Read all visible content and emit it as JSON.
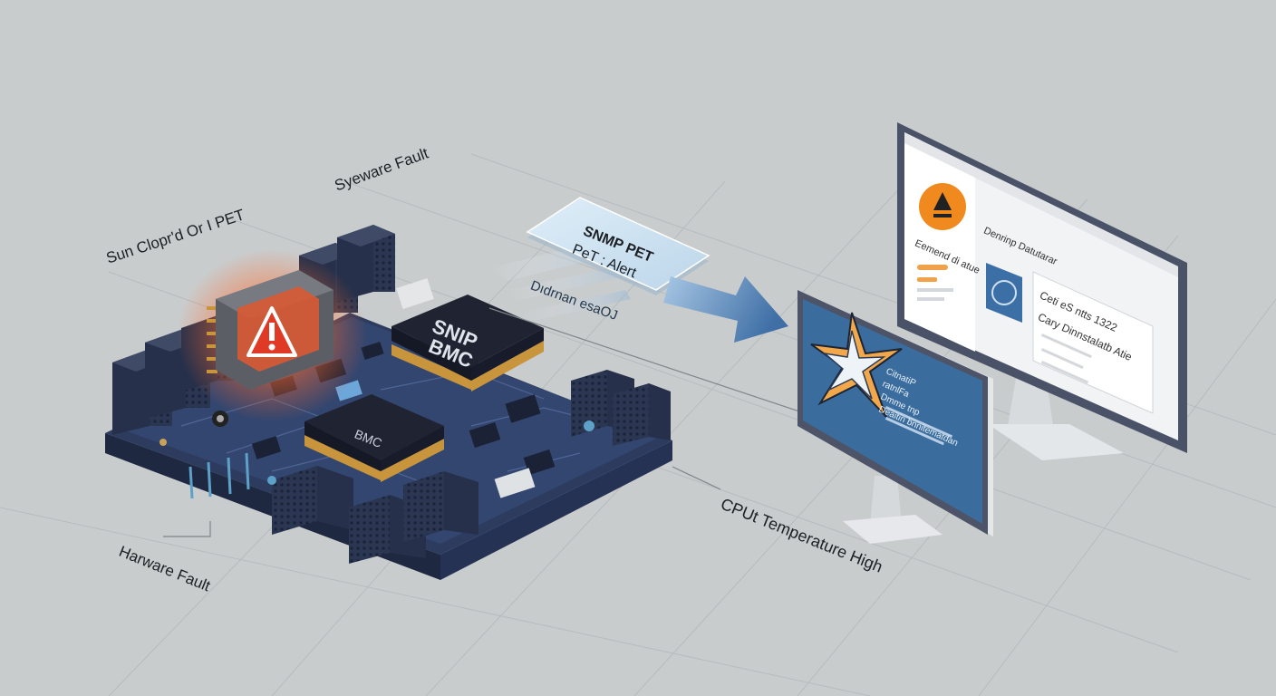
{
  "labels": {
    "software_fault": "Syeware Fault",
    "sun_clopd": "Sun Clopr'd Or I PET",
    "hardware_fault": "Harware Fault",
    "cpu_temp": "CPUt Temperature High",
    "snmp_card_line1": "SNMP PET",
    "snmp_card_line2": "PeT : Alert",
    "stream_text": "Dıdrnan esaOJ",
    "chip_large_line1": "SNIP",
    "chip_large_line2": "BMC",
    "chip_small": "BMC"
  },
  "monitor_front": {
    "screen_lines": [
      "CitnatiP",
      "ratnlFa",
      "Dmme tnp",
      "Deaitin bnnitematdan"
    ]
  },
  "monitor_back": {
    "sidebar_title": "Eemend di atue",
    "panel_title": "Denrinp Datutarar",
    "card_line1": "Ceti eS ntts 1322",
    "card_line2": "Cary Dinnstalatb Atie"
  },
  "colors": {
    "background": "#c9cccd",
    "board": "#2f4169",
    "alert": "#e8552b",
    "accent_orange": "#ee8a20",
    "screen_blue": "#3a6d9e",
    "arrow_blue": "#4b7fb5"
  }
}
